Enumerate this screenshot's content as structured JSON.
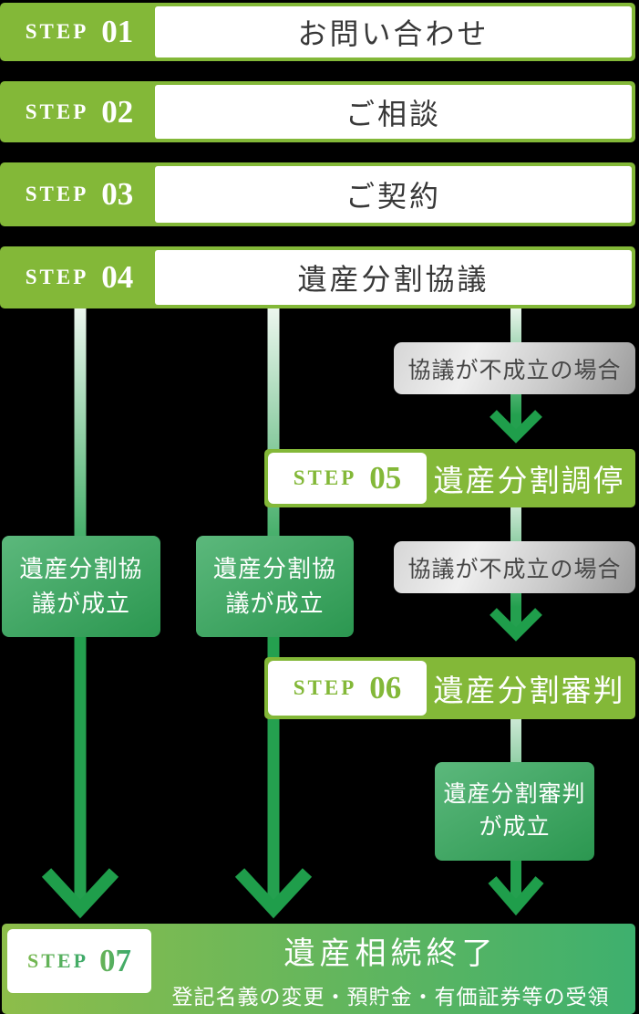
{
  "steps": [
    {
      "label": "STEP",
      "number": "01",
      "title": "お問い合わせ"
    },
    {
      "label": "STEP",
      "number": "02",
      "title": "ご相談"
    },
    {
      "label": "STEP",
      "number": "03",
      "title": "ご契約"
    },
    {
      "label": "STEP",
      "number": "04",
      "title": "遺産分割協議"
    },
    {
      "label": "STEP",
      "number": "05",
      "title": "遺産分割調停"
    },
    {
      "label": "STEP",
      "number": "06",
      "title": "遺産分割審判"
    },
    {
      "label": "STEP",
      "number": "07",
      "title": "遺産相続終了",
      "subtitle": "登記名義の変更・預貯金・有価証券等の受領"
    }
  ],
  "branch_labels": {
    "fail_1": "協議が不成立の場合",
    "fail_2": "協議が不成立の場合",
    "success_left_line1": "遺産分割協",
    "success_left_line2": "議が成立",
    "success_mid_line1": "遺産分割協",
    "success_mid_line2": "議が成立",
    "success_right_line1": "遺産分割審判",
    "success_right_line2": "が成立"
  },
  "colors": {
    "accent_green": "#83b838",
    "arrow_green": "#21a04e",
    "success_gradient_start": "#5cb87c",
    "success_gradient_end": "#2b9750",
    "final_gradient_start": "#8dbd4a",
    "final_gradient_end": "#3eb06e",
    "fail_label_gray": "#9b9b9b",
    "step_text_dark": "#383838"
  }
}
